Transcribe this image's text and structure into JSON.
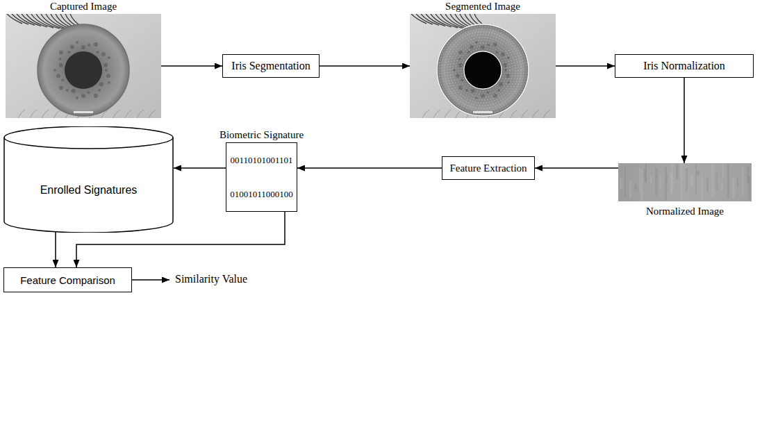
{
  "diagram": {
    "nodes": [
      {
        "text": [
          "Captured Image"
        ]
      },
      {
        "text": [
          "Iris Segmentation"
        ]
      },
      {
        "text": [
          "Segmented Image"
        ]
      },
      {
        "text": [
          "Iris Normalization"
        ]
      },
      {
        "text": [
          "Enrolled Signatures"
        ]
      },
      {
        "text": [
          "Biometric Signature",
          "00110101001101",
          "01001011000100"
        ]
      },
      {
        "text": [
          "Feature Extraction"
        ]
      },
      {
        "text": [
          "Normalized Image"
        ]
      },
      {
        "text": [
          "Feature Comparison"
        ]
      }
    ],
    "edges": [
      {
        "from": 0,
        "to": 1,
        "arrow": "to"
      },
      {
        "from": 1,
        "to": 2,
        "arrow": "to"
      },
      {
        "from": 2,
        "to": 3,
        "arrow": "to"
      },
      {
        "from": 3,
        "to": 7,
        "arrow": "to"
      },
      {
        "from": 7,
        "to": 6,
        "arrow": "to"
      },
      {
        "from": 6,
        "to": 5,
        "arrow": "to"
      },
      {
        "from": 5,
        "to": 4,
        "arrow": "to"
      },
      {
        "from": 4,
        "to": 8,
        "arrow": "to"
      },
      {
        "from": 5,
        "to": 8,
        "arrow": "to"
      }
    ],
    "labels": [
      "Similarity Value"
    ]
  }
}
